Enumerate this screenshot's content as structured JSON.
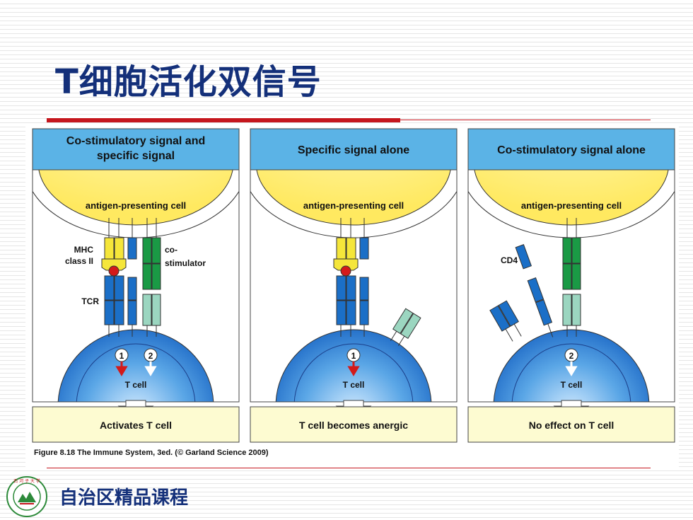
{
  "title": "T细胞活化双信号",
  "footer": "自治区精品课程",
  "logo": {
    "icon": "university-seal-icon",
    "ring_text": "石河子大学"
  },
  "colors": {
    "title": "#14307a",
    "accent_red": "#c5161d",
    "header_blue": "#5bb3e6",
    "result_yellow": "#fdfbd1"
  },
  "figure": {
    "caption": "Figure 8.18 The Immune System, 3ed. (© Garland Science 2009)",
    "panels": [
      {
        "header": "Co-stimulatory signal and specific signal",
        "header_line1": "Co-stimulatory signal and",
        "header_line2": "specific signal",
        "apc_label": "antigen-presenting cell",
        "tcell_label": "T cell",
        "result": "Activates T cell",
        "signals": [
          "1",
          "2"
        ]
      },
      {
        "header": "Specific signal alone",
        "apc_label": "antigen-presenting cell",
        "tcell_label": "T cell",
        "result": "T cell becomes anergic",
        "signals": [
          "1"
        ]
      },
      {
        "header": "Co-stimulatory signal alone",
        "apc_label": "antigen-presenting cell",
        "tcell_label": "T cell",
        "result": "No effect on T cell",
        "signals": [
          "2"
        ]
      }
    ],
    "labels": {
      "mhc_line1": "MHC",
      "mhc_line2": "class II",
      "tcr": "TCR",
      "costim_line1": "co-",
      "costim_line2": "stimulator",
      "cd4": "CD4"
    }
  }
}
